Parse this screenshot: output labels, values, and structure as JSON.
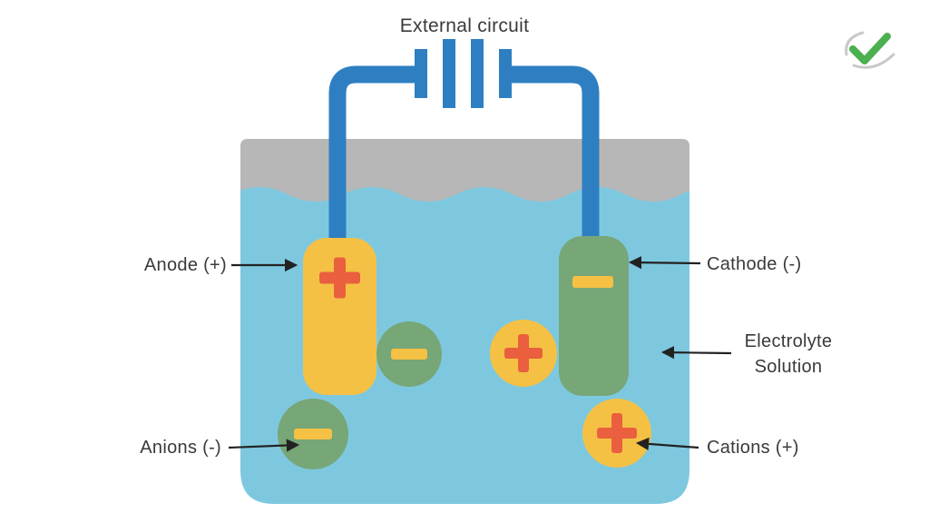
{
  "title": "Electrochemical cell diagram",
  "labels": {
    "external_circuit": "External circuit",
    "anode": "Anode (+)",
    "cathode": "Cathode (-)",
    "electrolyte": "Electrolyte\nSolution",
    "anions": "Anions (-)",
    "cations": "Cations (+)"
  },
  "icons": {
    "battery": "battery-symbol-icon",
    "anode_sign": "plus-icon",
    "cathode_sign": "minus-icon",
    "anion_sign": "minus-icon",
    "cation_sign": "plus-icon",
    "logo": "checkmark-logo-icon"
  },
  "colors": {
    "wire_blue": "#2e7fc2",
    "solution_blue": "#7ec8df",
    "container_gray": "#b7b7b7",
    "electrode_yellow": "#f4c145",
    "electrode_green": "#77a677",
    "plus_orange": "#ea5f3e",
    "text_dark": "#3a3a3a",
    "arrow_black": "#222222",
    "logo_green": "#4caf50",
    "logo_gray": "#c9c9c9"
  }
}
